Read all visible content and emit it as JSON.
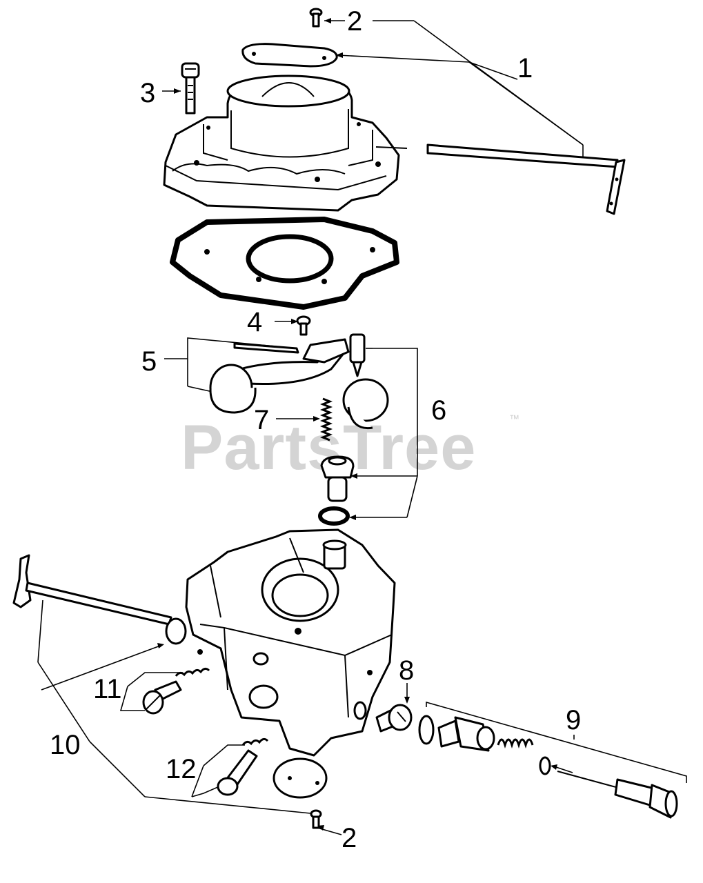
{
  "watermark": {
    "brand": "PartsTree",
    "trademark": "™"
  },
  "callouts": [
    {
      "id": "c1",
      "label": "1"
    },
    {
      "id": "c2a",
      "label": "2"
    },
    {
      "id": "c2b",
      "label": "2"
    },
    {
      "id": "c3",
      "label": "3"
    },
    {
      "id": "c4",
      "label": "4"
    },
    {
      "id": "c5",
      "label": "5"
    },
    {
      "id": "c6",
      "label": "6"
    },
    {
      "id": "c7",
      "label": "7"
    },
    {
      "id": "c8",
      "label": "8"
    },
    {
      "id": "c9",
      "label": "9"
    },
    {
      "id": "c10",
      "label": "10"
    },
    {
      "id": "c11",
      "label": "11"
    },
    {
      "id": "c12",
      "label": "12"
    }
  ]
}
